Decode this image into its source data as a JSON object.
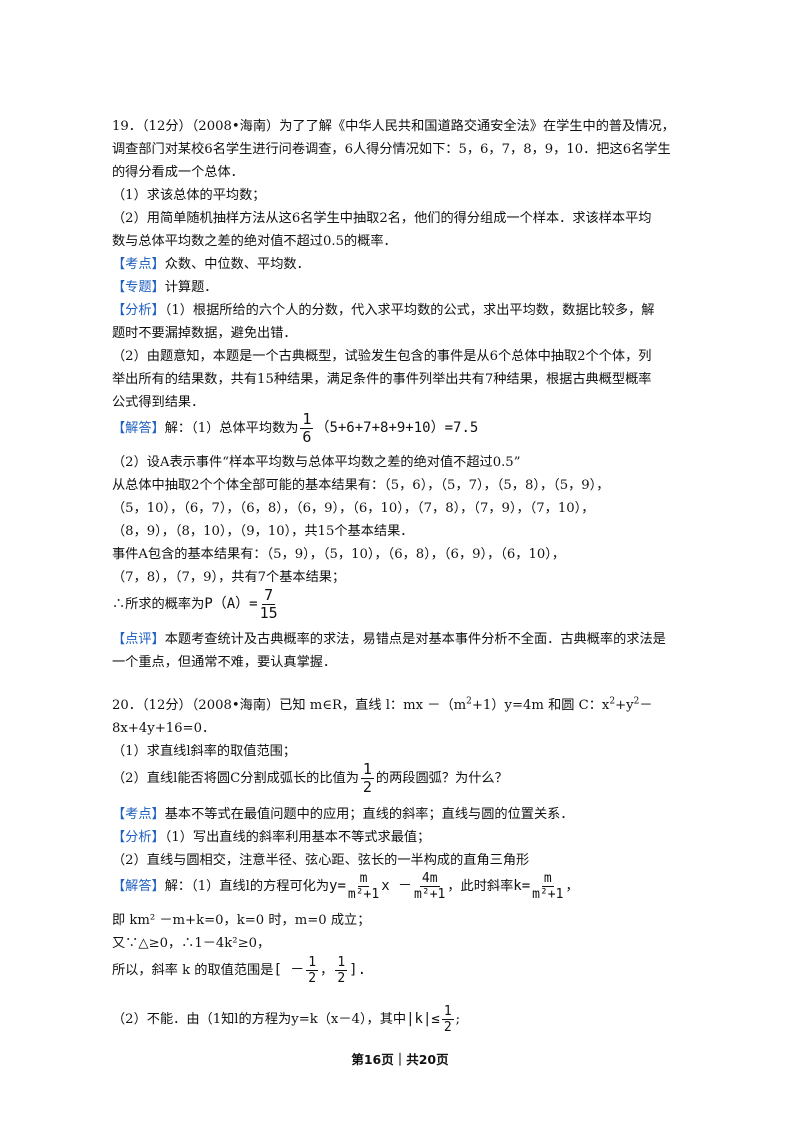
{
  "q19": {
    "header": "19．（12分）（2008•海南）为了了解《中华人民共和国道路交通安全法》在学生中的普及情况，",
    "l2": "调查部门对某校6名学生进行问卷调查，6人得分情况如下：5，6，7，8，9，10．把这6名学生",
    "l3": "的得分看成一个总体．",
    "p1": "（1）求该总体的平均数；",
    "p2a": "（2）用简单随机抽样方法从这6名学生中抽取2名，他们的得分组成一个样本．求该样本平均",
    "p2b": "数与总体平均数之差的绝对值不超过0.5的概率．",
    "kaodian_tag": "【考点】",
    "kaodian": "众数、中位数、平均数．",
    "zhuanti_tag": "【专题】",
    "zhuanti": "计算题．",
    "fenxi_tag": "【分析】",
    "fenxi1": "（1）根据所给的六个人的分数，代入求平均数的公式，求出平均数，数据比较多，解",
    "fenxi2": "题时不要漏掉数据，避免出错．",
    "fenxi3": "（2）由题意知，本题是一个古典概型，试验发生包含的事件是从6个总体中抽取2个个体，列",
    "fenxi4": "举出所有的结果数，共有15种结果，满足条件的事件列举出共有7种结果，根据古典概型概率",
    "fenxi5": "公式得到结果．",
    "jieda_tag": "【解答】",
    "jieda1_pre": "解：（1）总体平均数为",
    "jieda1_num": "1",
    "jieda1_den": "6",
    "jieda1_post": "（5+6+7+8+9+10）=7.5",
    "s1": "（2）设A表示事件“样本平均数与总体平均数之差的绝对值不超过0.5”",
    "s2": "从总体中抽取2个个体全部可能的基本结果有：（5，6），（5，7），（5，8），（5，9），",
    "s3": "（5，10），（6，7），（6，8），（6，9），（6，10），（7，8），（7，9），（7，10），",
    "s4": "（8，9），（8，10），（9，10），共15个基本结果．",
    "s5": "事件A包含的基本结果有：（5，9），（5，10），（6，8），（6，9），（6，10），",
    "s6": "（7，8），（7，9），共有7个基本结果；",
    "s7_pre": "∴所求的概率为",
    "s7_mid": "P（A）=",
    "s7_num": "7",
    "s7_den": "15",
    "dianping_tag": "【点评】",
    "dianping1": "本题考查统计及古典概率的求法，易错点是对基本事件分析不全面．古典概率的求法是",
    "dianping2": "一个重点，但通常不难，要认真掌握．"
  },
  "q20": {
    "header_a": "20．（12分）（2008•海南）已知 m∈R，直线 l：mx －（m",
    "header_b": "+1）y=4m 和圆 C：x",
    "header_c": "+y",
    "header_d": "－",
    "sup2": "2",
    "l2": "8x+4y+16=0．",
    "p1": "（1）求直线l斜率的取值范围；",
    "p2_pre": "（2）直线l能否将圆C分割成弧长的比值为",
    "p2_num": "1",
    "p2_den": "2",
    "p2_post": "的两段圆弧？为什么？",
    "kaodian_tag": "【考点】",
    "kaodian": "基本不等式在最值问题中的应用；直线的斜率；直线与圆的位置关系．",
    "fenxi_tag": "【分析】",
    "fenxi1": "（1）写出直线的斜率利用基本不等式求最值；",
    "fenxi2": "（2）直线与圆相交，注意半径、弦心距、弦长的一半构成的直角三角形",
    "jieda_tag": "【解答】",
    "jieda1_pre": "解：（1）直线l的方程可化为",
    "y_eq": "y=",
    "f1_num": "m",
    "f1_den": "m²+1",
    "x_minus": "x －",
    "f2_num": "4m",
    "f2_den": "m²+1",
    "jieda1_mid": "，此时斜率",
    "k_eq": "k=",
    "f3_num": "m",
    "f3_den": "m²+1",
    "jieda1_end": "，",
    "s1": "即 km² －m+k=0，k=0 时，m=0 成立；",
    "s2": "又∵△≥0，∴1－4k²≥0，",
    "s3_pre": "所以，斜率 k 的取值范围是",
    "s3_range_a": "[ －",
    "s3_num1": "1",
    "s3_den1": "2",
    "s3_comma": "，",
    "s3_num2": "1",
    "s3_den2": "2",
    "s3_end": "].",
    "s4_pre": "（2）不能．由（1知l的方程为y=k（x－4），其中",
    "s4_abs": "|k|≤",
    "s4_num": "1",
    "s4_den": "2",
    "s4_end": ";"
  },
  "footer": "第16页｜共20页"
}
